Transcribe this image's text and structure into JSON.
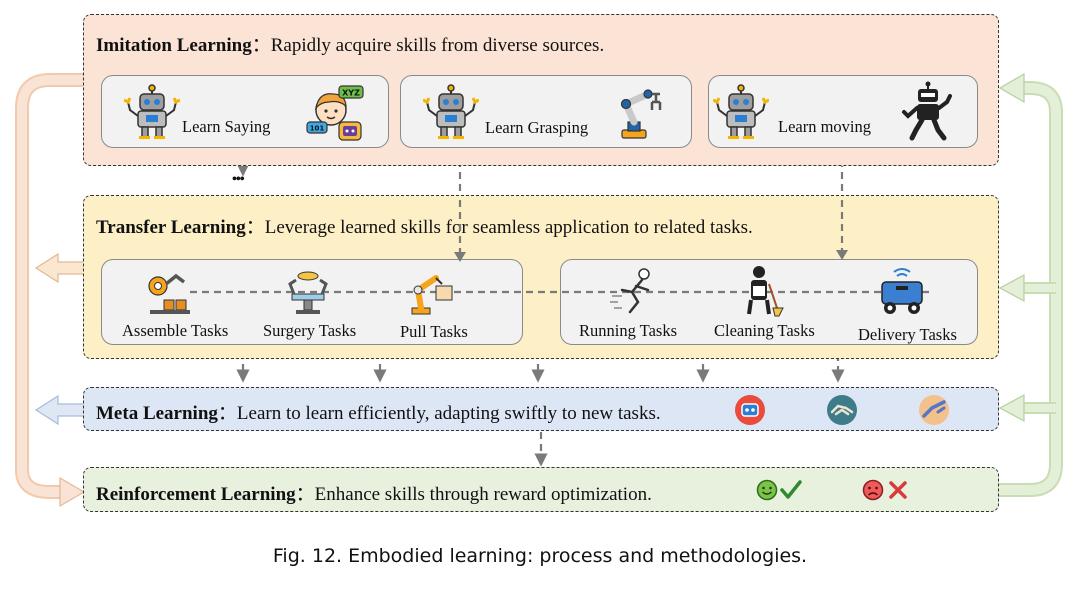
{
  "imitation": {
    "title": "Imitation Learning",
    "sep": "：",
    "desc": "Rapidly acquire skills from diverse sources.",
    "items": [
      "Learn Saying",
      "Learn Grasping",
      "Learn moving"
    ],
    "speech_tag_top": "XYZ",
    "speech_tag_bottom": "101",
    "ellipsis": "•••"
  },
  "transfer": {
    "title": "Transfer Learning",
    "sep": "：",
    "desc": "Leverage learned skills for seamless application to related tasks.",
    "tasks": [
      "Assemble Tasks",
      "Surgery Tasks",
      "Pull Tasks",
      "Running Tasks",
      "Cleaning Tasks",
      "Delivery Tasks"
    ]
  },
  "meta": {
    "title": "Meta Learning",
    "sep": "：",
    "desc": "Learn to learn efficiently, adapting swiftly to new tasks."
  },
  "reinforcement": {
    "title": "Reinforcement Learning",
    "sep": "：",
    "desc": "Enhance skills through reward optimization."
  },
  "caption": "Fig. 12.  Embodied learning: process and methodologies.",
  "colors": {
    "imitation_bg": "#fbe3d6",
    "transfer_bg": "#fdefc6",
    "meta_bg": "#dde6f4",
    "reinforcement_bg": "#e8f1de",
    "left_arrow": "#f6dcc8",
    "right_arrow": "#dfedd2",
    "meta_arrow": "#cfdcef",
    "dashed": "#7a7a7a"
  },
  "icons": [
    "robot-icon",
    "child-speech-icon",
    "robot-arm-icon",
    "walking-robot-icon",
    "assembly-icon",
    "surgery-robot-icon",
    "pull-arm-icon",
    "running-icon",
    "cleaning-icon",
    "delivery-robot-icon",
    "meta-robot-icon",
    "handshake-icon",
    "robot-hand-icon",
    "smile-icon",
    "check-icon",
    "frown-icon",
    "cross-icon"
  ]
}
